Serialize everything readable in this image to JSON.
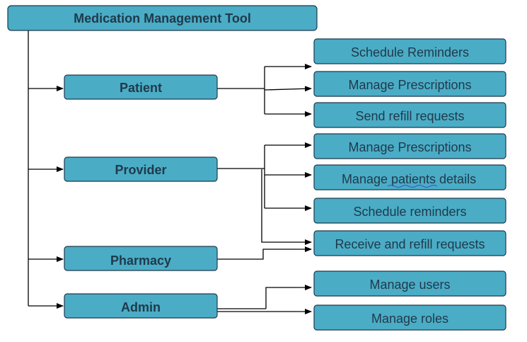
{
  "diagram": {
    "title": "Medication Management Tool",
    "roles": [
      {
        "label": "Patient"
      },
      {
        "label": "Provider"
      },
      {
        "label": "Pharmacy"
      },
      {
        "label": "Admin"
      }
    ],
    "actions": [
      {
        "label": "Schedule Reminders"
      },
      {
        "label": "Manage Prescriptions"
      },
      {
        "label": "Send refill requests"
      },
      {
        "label": "Manage Prescriptions"
      },
      {
        "label": "Manage patients details"
      },
      {
        "label": "Schedule reminders"
      },
      {
        "label": "Receive and refill requests"
      },
      {
        "label": "Manage users"
      },
      {
        "label": "Manage roles"
      }
    ],
    "colors": {
      "box_fill": "#4bacc6",
      "box_stroke": "#1f3a4a",
      "text": "#1f3a4a",
      "connector": "#000000"
    }
  }
}
